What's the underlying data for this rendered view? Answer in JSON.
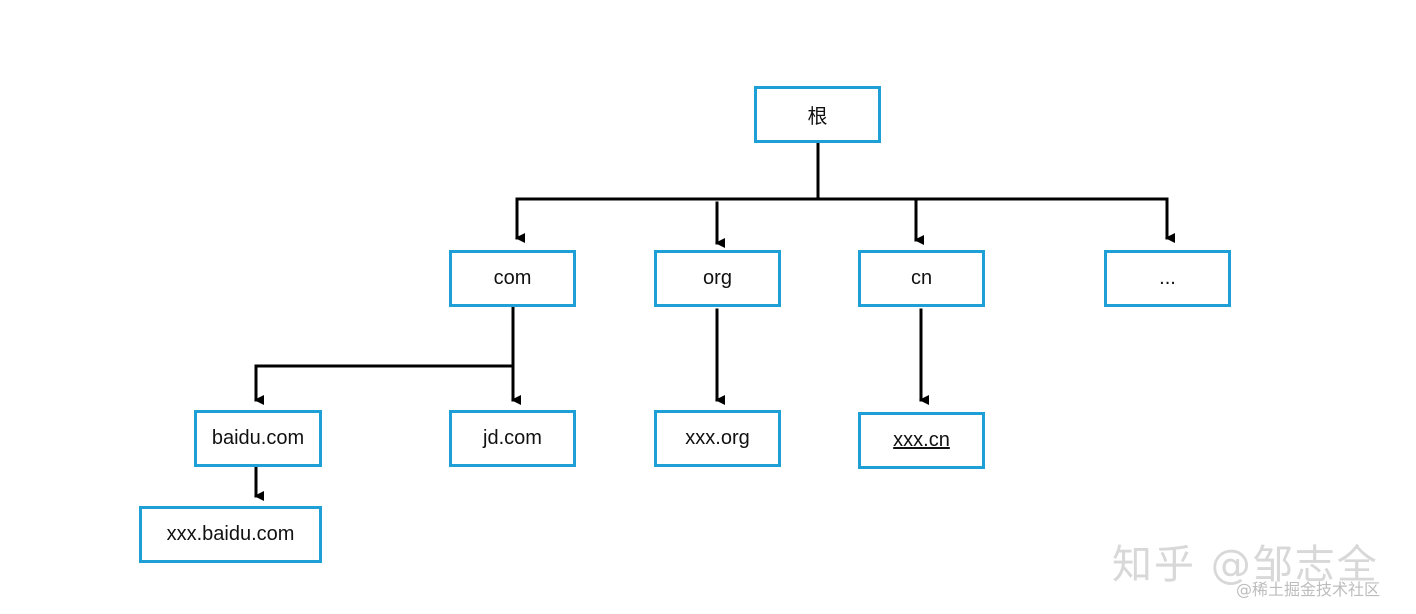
{
  "colors": {
    "node_border": "#1e9fd6",
    "edge": "#000000"
  },
  "nodes": {
    "root": "根",
    "com": "com",
    "org": "org",
    "cn": "cn",
    "more": "...",
    "baidu": "baidu.com",
    "jd": "jd.com",
    "xxx_org": "xxx.org",
    "xxx_cn": "xxx.cn",
    "xxx_baidu": "xxx.baidu.com"
  },
  "edges": [
    {
      "from": "root",
      "to": "com"
    },
    {
      "from": "root",
      "to": "org"
    },
    {
      "from": "root",
      "to": "cn"
    },
    {
      "from": "root",
      "to": "more"
    },
    {
      "from": "com",
      "to": "baidu"
    },
    {
      "from": "com",
      "to": "jd"
    },
    {
      "from": "org",
      "to": "xxx_org"
    },
    {
      "from": "cn",
      "to": "xxx_cn"
    },
    {
      "from": "baidu",
      "to": "xxx_baidu"
    }
  ],
  "watermark": {
    "main": "知乎 @邹志全",
    "sub": "@稀土掘金技术社区"
  }
}
